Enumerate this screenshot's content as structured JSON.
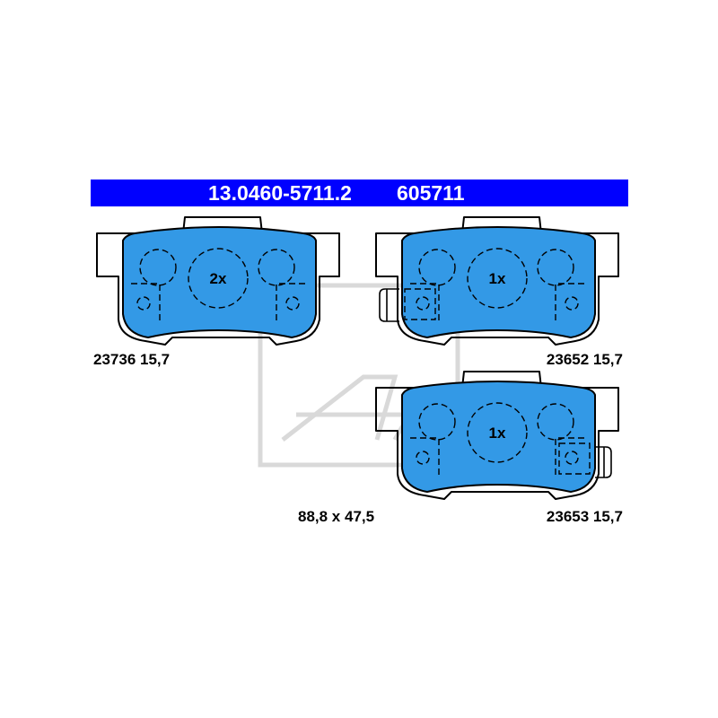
{
  "header": {
    "part_number": "13.0460-5711.2",
    "short_number": "605711"
  },
  "colors": {
    "banner": "#0000ff",
    "banner_text": "#ffffff",
    "friction_material": "#3399e6",
    "outline": "#000000",
    "watermark": "#d9d9d9"
  },
  "pads": [
    {
      "id": "23736",
      "quantity": "2x",
      "label": "23736 15,7",
      "has_wear_sensor": false
    },
    {
      "id": "23652",
      "quantity": "1x",
      "label": "23652 15,7",
      "has_wear_sensor": true,
      "sensor_side": "left"
    },
    {
      "id": "23653",
      "quantity": "1x",
      "label": "23653 15,7",
      "has_wear_sensor": true,
      "sensor_side": "right"
    }
  ],
  "dimensions": "88,8 x 47,5",
  "watermark": {
    "icon": "ate-logo-watermark-icon"
  }
}
